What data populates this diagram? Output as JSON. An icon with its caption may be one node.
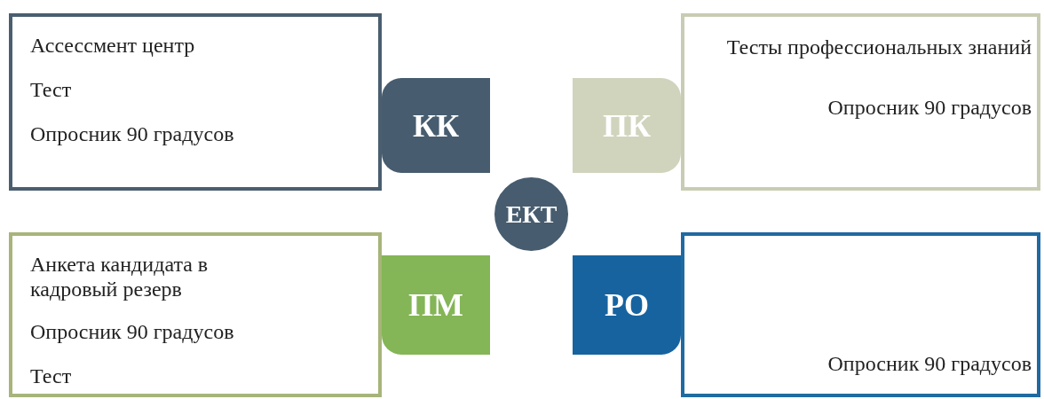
{
  "diagram": {
    "nodes": [
      {
        "text": [
          "Ассессмент центр",
          "Тест",
          "Опросник 90 градусов"
        ]
      },
      {
        "text": [
          "КК"
        ]
      },
      {
        "text": [
          "ПК"
        ]
      },
      {
        "text": [
          "Тесты профессиональных знаний",
          "Опросник 90 градусов"
        ]
      },
      {
        "text": [
          "ЕКТ"
        ]
      },
      {
        "text": [
          "Анкета кандидата в кадровый резерв",
          "Опросник 90 градусов",
          "Тест"
        ]
      },
      {
        "text": [
          "ПМ"
        ]
      },
      {
        "text": [
          "РО"
        ]
      },
      {
        "text": [
          "Опросник 90 градусов"
        ]
      }
    ],
    "edges": []
  }
}
